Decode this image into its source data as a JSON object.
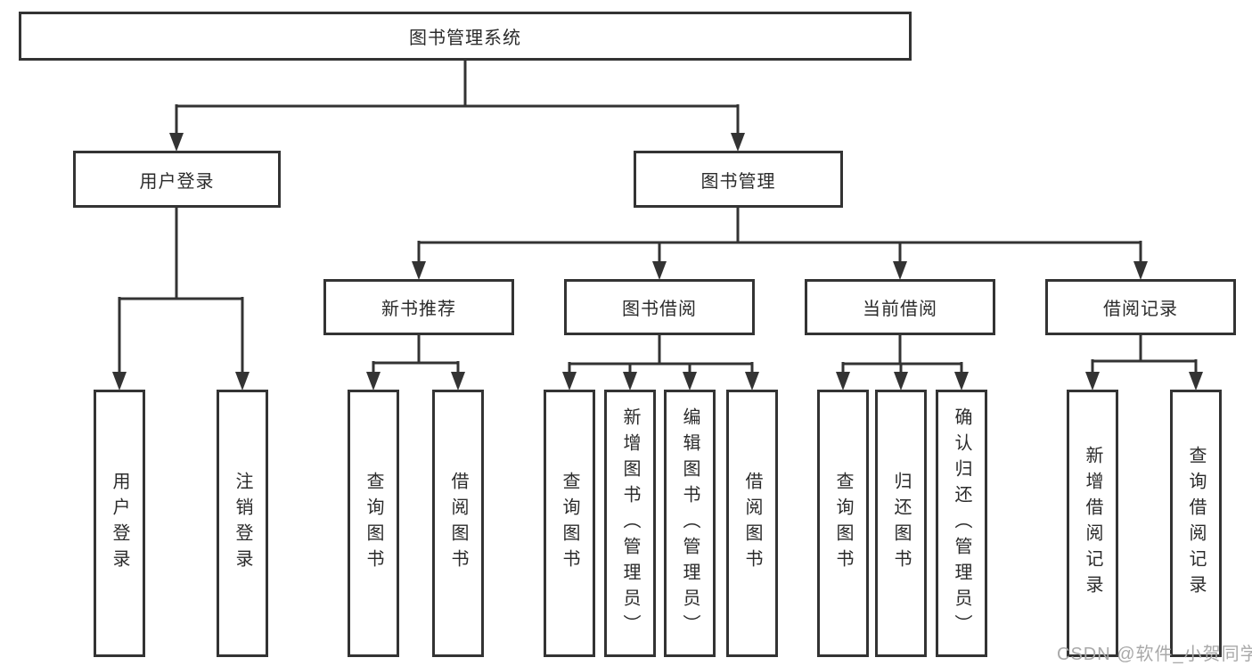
{
  "diagram_title": "图书管理系统",
  "colors": {
    "line": "#333333",
    "text": "#2b2b2b",
    "watermark": "#a9a9a9",
    "background": "#ffffff"
  },
  "watermark": {
    "text": "CSDN @软件_小贺同学"
  },
  "tree": {
    "label": "图书管理系统",
    "children": [
      {
        "label": "用户登录",
        "children": [
          {
            "label": "用户登录"
          },
          {
            "label": "注销登录"
          }
        ]
      },
      {
        "label": "图书管理",
        "children": [
          {
            "label": "新书推荐",
            "children": [
              {
                "label": "查询图书"
              },
              {
                "label": "借阅图书"
              }
            ]
          },
          {
            "label": "图书借阅",
            "children": [
              {
                "label": "查询图书"
              },
              {
                "label": "新增图书（管理员）"
              },
              {
                "label": "编辑图书（管理员）"
              },
              {
                "label": "借阅图书"
              }
            ]
          },
          {
            "label": "当前借阅",
            "children": [
              {
                "label": "查询图书"
              },
              {
                "label": "归还图书"
              },
              {
                "label": "确认归还（管理员）"
              }
            ]
          },
          {
            "label": "借阅记录",
            "children": [
              {
                "label": "新增借阅记录"
              },
              {
                "label": "查询借阅记录"
              }
            ]
          }
        ]
      }
    ]
  }
}
